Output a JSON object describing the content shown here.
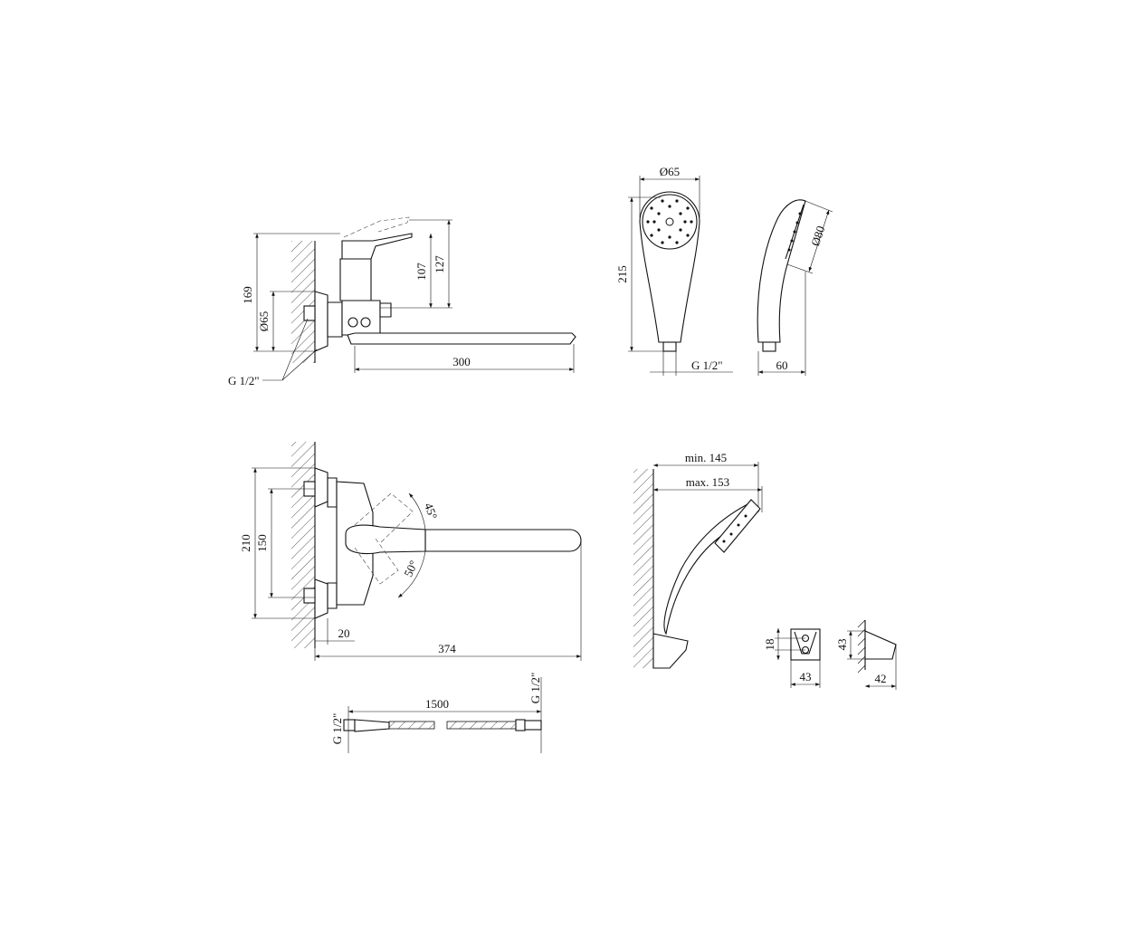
{
  "views": {
    "mixer_side": {
      "height_total": "169",
      "inlet_diameter": "Ø65",
      "height_lever_1": "107",
      "height_lever_2": "127",
      "spout_length": "300",
      "thread": "G 1/2\""
    },
    "shower_head_front": {
      "head_diameter": "Ø65",
      "length": "215",
      "thread": "G 1/2\""
    },
    "shower_head_side": {
      "head_diameter": "Ø80",
      "depth": "60"
    },
    "mixer_top": {
      "inlet_spacing_max": "210",
      "inlet_spacing_min": "150",
      "angle_up": "45°",
      "angle_down": "50°",
      "wall_offset": "20",
      "spout_reach": "374"
    },
    "shower_on_holder": {
      "min_reach": "min. 145",
      "max_reach": "max. 153"
    },
    "holder_front": {
      "hole_spacing": "18",
      "width": "43"
    },
    "holder_side": {
      "height": "43",
      "depth": "42"
    },
    "hose": {
      "length": "1500",
      "thread_left": "G 1/2\"",
      "thread_right": "G 1/2\""
    }
  }
}
